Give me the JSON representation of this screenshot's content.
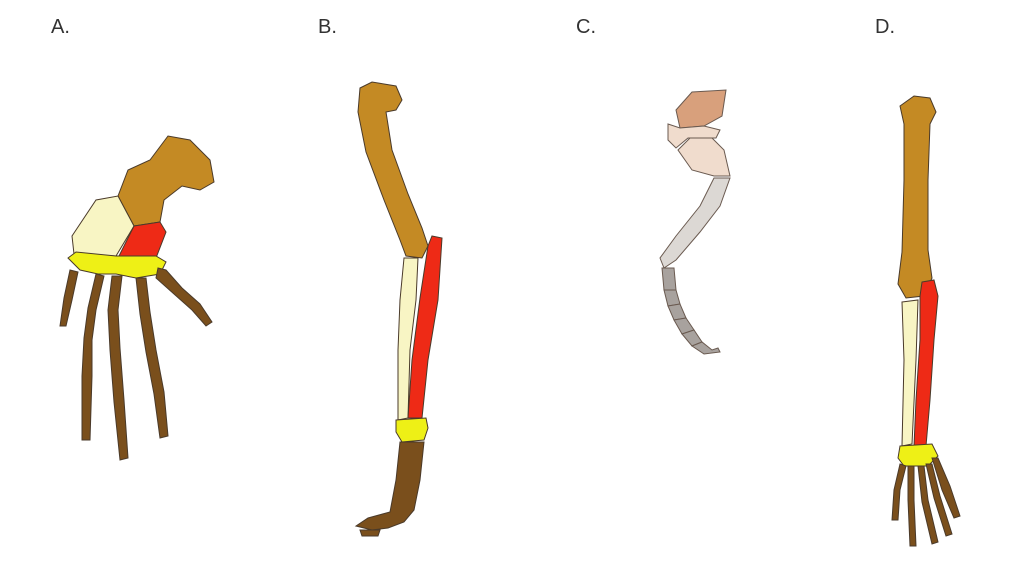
{
  "panels": [
    {
      "label": "A.",
      "subject": "primate-hand"
    },
    {
      "label": "B.",
      "subject": "bird-wing-forelimb"
    },
    {
      "label": "C.",
      "subject": "insect-leg"
    },
    {
      "label": "D.",
      "subject": "human-arm"
    }
  ],
  "colors": {
    "humerus": "#c48a24",
    "ulna": "#f8f5c4",
    "radius": "#ee2a16",
    "carpals": "#eef016",
    "phalanges": "#7a4f1c",
    "insect_coxa": "#d8a07c",
    "insect_trochanter": "#f0dccd",
    "insect_femur_tibia": "#dcd8d4",
    "insect_tarsus": "#a8a29e",
    "outline": "#4a3a2a"
  }
}
